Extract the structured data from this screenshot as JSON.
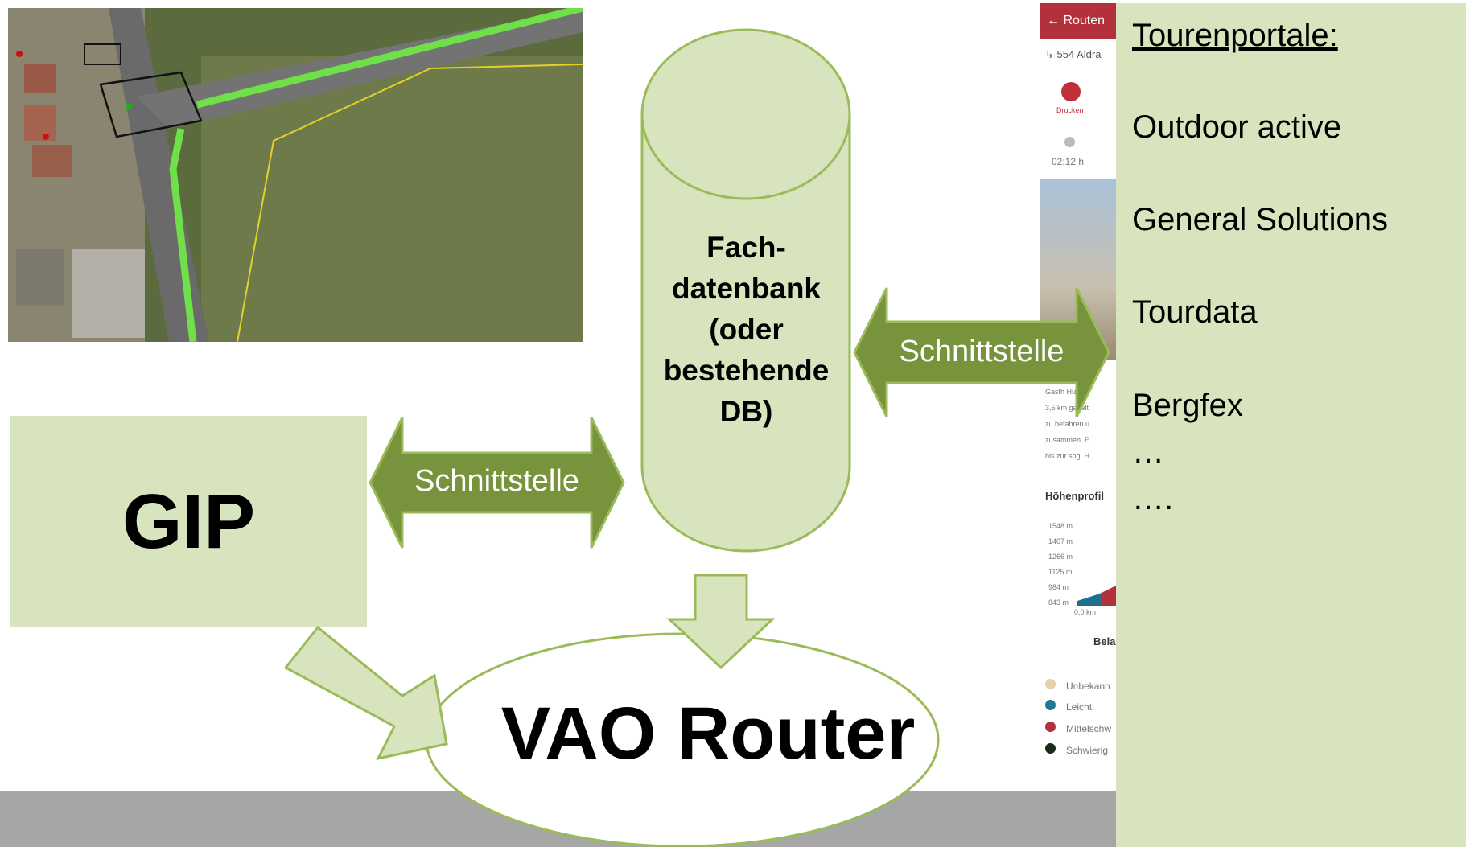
{
  "diagram": {
    "gip_label": "GIP",
    "database_label_lines": [
      "Fach-",
      "datenbank",
      "(oder",
      "bestehende",
      "DB)"
    ],
    "interface_label_left": "Schnittstelle",
    "interface_label_right": "Schnittstelle",
    "router_label": "VAO Router",
    "colors": {
      "box_fill": "#d7e4bd",
      "shape_stroke": "#9bbb59",
      "arrow_fill": "#77933c",
      "arrow_light_fill": "#d7e4bd",
      "bottom_bar": "#a6a6a6"
    }
  },
  "phone_screenshot": {
    "header_title": "Routen",
    "route_name": "554 Aldra",
    "print_label": "Drucken",
    "duration": "02:12 h",
    "description_lines": [
      "Gasth Hube",
      "3,5 km gabelt",
      "zu befahren u",
      "zusammen. E",
      "bis zur sog. H"
    ],
    "profile_title": "Höhenprofil",
    "profile_axis": [
      "1548 m",
      "1407 m",
      "1266 m",
      "1125 m",
      "984 m",
      "843 m"
    ],
    "profile_x_start": "0,0 km",
    "surface_label": "Bela",
    "legend": [
      {
        "label": "Unbekann",
        "color": "#e8cfae"
      },
      {
        "label": "Leicht",
        "color": "#1f7a93"
      },
      {
        "label": "Mittelschw",
        "color": "#b3313c"
      },
      {
        "label": "Schwierig",
        "color": "#1a2a1a"
      }
    ]
  },
  "tour_portals": {
    "heading": "Tourenportale:",
    "items": [
      "Outdoor active",
      "General Solutions",
      "Tourdata",
      "Bergfex"
    ],
    "ellipsis_1": "…",
    "ellipsis_2": "…."
  }
}
